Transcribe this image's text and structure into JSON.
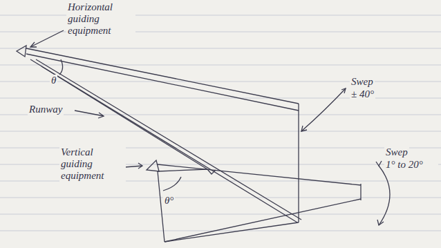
{
  "diagram": {
    "labels": [
      "Horizontal guiding equipment",
      "θ",
      "Runway",
      "Swep",
      "± 40°",
      "Vertical guiding equipment",
      "θ°",
      "Swep",
      "1° to 20°"
    ]
  }
}
